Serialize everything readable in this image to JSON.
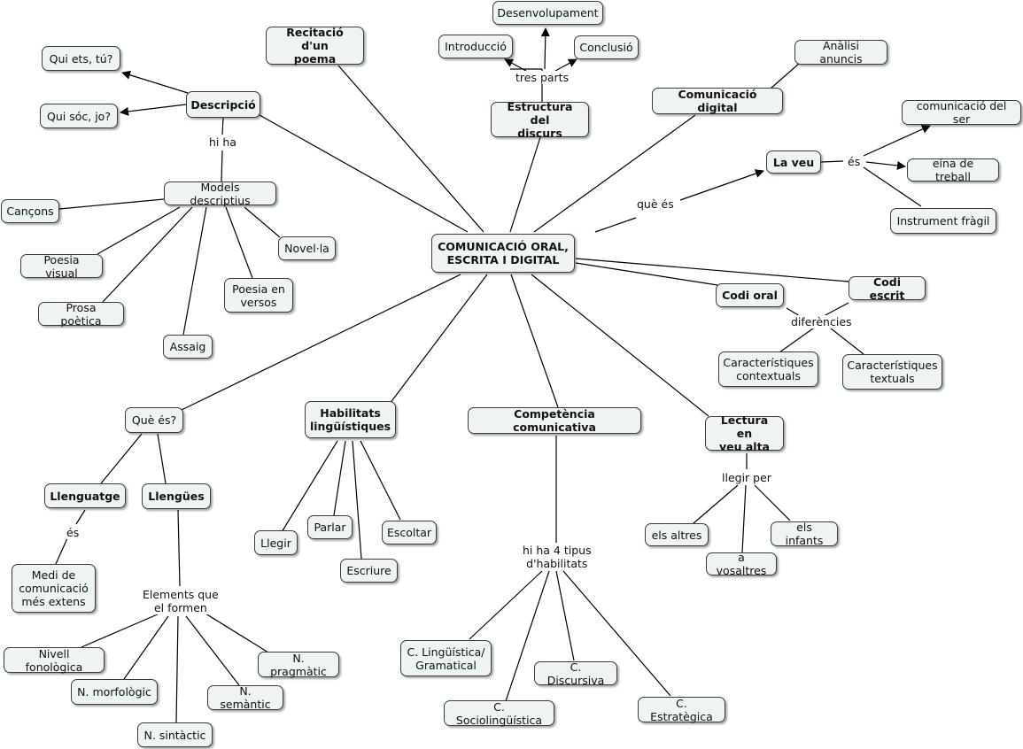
{
  "diagram": {
    "central": "COMUNICACIÓ ORAL,\nESCRITA I DIGITAL",
    "descripcio": "Descripció",
    "qui_ets": "Qui ets, tú?",
    "qui_soc": "Qui sóc, jo?",
    "hi_ha": "hi ha",
    "models": "Models descriptius",
    "cancons": "Cançons",
    "poesia_visual": "Poesia visual",
    "novela": "Novel·la",
    "prosa_poetica": "Prosa poètica",
    "poesia_versos": "Poesia en\nversos",
    "assaig": "Assaig",
    "recitacio": "Recitació d'un\npoema",
    "desenvolupament": "Desenvolupament",
    "introduccio": "Introducció",
    "conclusio": "Conclusió",
    "tres_parts": "tres parts",
    "estructura": "Estructura del\ndiscurs",
    "analisi": "Anàlisi anuncis",
    "com_digital": "Comunicació digital",
    "com_ser": "comunicació del ser",
    "la_veu": "La veu",
    "es": "és",
    "eina": "eina de treball",
    "instrument": "Instrument fràgil",
    "que_es_link": "què és",
    "codi_oral": "Codi oral",
    "codi_escrit": "Codi escrit",
    "diferencies": "diferències",
    "car_contextuals": "Característiques\ncontextuals",
    "car_textuals": "Característiques\ntextuals",
    "que_es_node": "Què és?",
    "llenguatge": "Llenguatge",
    "llengues": "Llengües",
    "es2": "és",
    "medi": "Medi de\ncomunicació\nmés extens",
    "elements": "Elements que\nel formen",
    "nivell_fon": "Nivell fonològica",
    "n_morf": "N. morfològic",
    "n_sint": "N. sintàctic",
    "n_sem": "N. semàntic",
    "n_prag": "N. pragmàtic",
    "habilitats": "Habilitats\nlingüístiques",
    "llegir": "Llegir",
    "parlar": "Parlar",
    "escriure": "Escriure",
    "escoltar": "Escoltar",
    "competencia": "Competència comunicativa",
    "hi_ha_4": "hi ha 4 tipus\nd'habilitats",
    "c_ling": "C. Lingüística/\nGramatical",
    "c_socio": "C. Sociolingüística",
    "c_disc": "C. Discursiva",
    "c_estr": "C. Estratègica",
    "lectura": "Lectura en\nveu alta",
    "llegir_per": "llegir per",
    "els_altres": "els altres",
    "a_vosaltres": "a vosaltres",
    "els_infants": "els infants"
  }
}
